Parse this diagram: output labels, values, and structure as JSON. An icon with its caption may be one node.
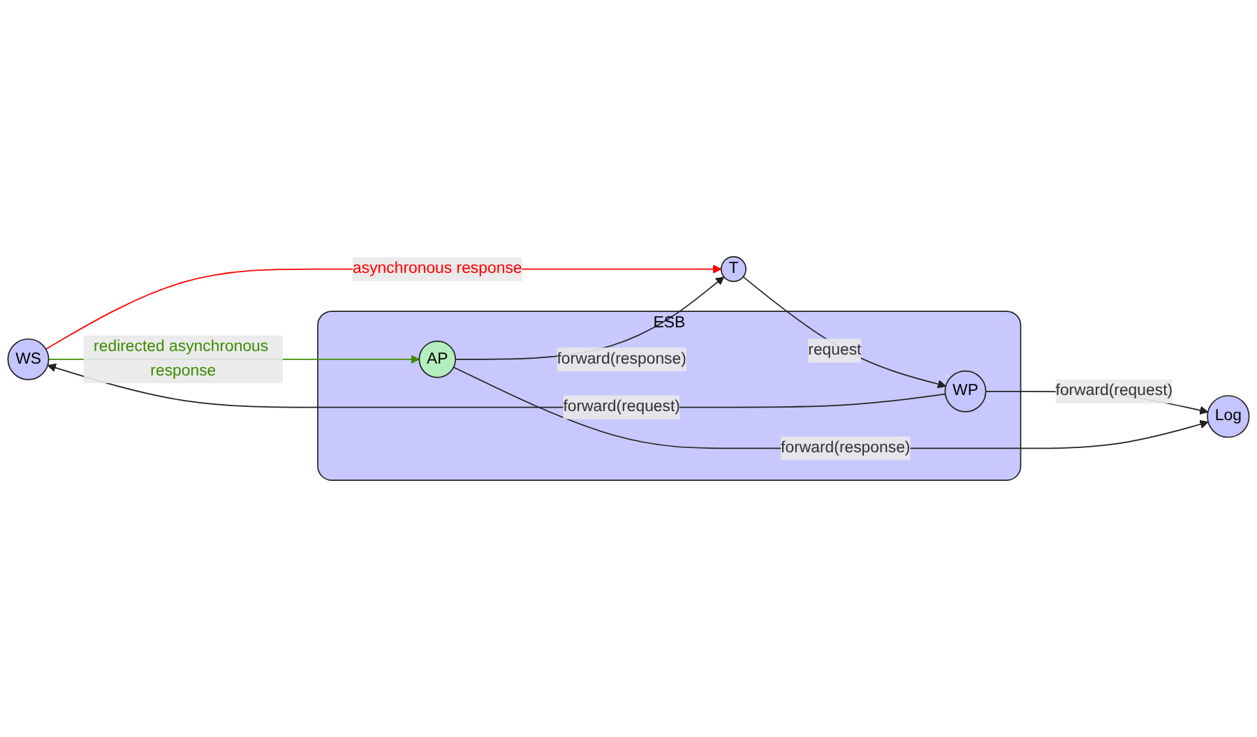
{
  "diagram": {
    "nodes": [
      {
        "text": [
          "WS"
        ]
      },
      {
        "text": [
          "ESB"
        ]
      },
      {
        "text": [
          "WP"
        ],
        "in": 1
      },
      {
        "text": [
          "AP"
        ],
        "in": 1
      },
      {
        "text": [
          "T"
        ]
      },
      {
        "text": [
          "Log"
        ]
      }
    ],
    "edges": [
      {
        "from": 0,
        "to": 4,
        "arrow": "to",
        "label": "asynchronous response",
        "color": "#ff0000"
      },
      {
        "from": 2,
        "to": 0,
        "arrow": "to",
        "label": "forward(request)"
      },
      {
        "from": 4,
        "to": 2,
        "arrow": "to",
        "label": "request"
      },
      {
        "from": 0,
        "to": 3,
        "arrow": "to",
        "label": "redirected asynchronous response",
        "color": "#3c8c00"
      },
      {
        "from": 2,
        "to": 5,
        "arrow": "to",
        "label": "forward(request)"
      },
      {
        "from": 3,
        "to": 5,
        "arrow": "to",
        "label": "forward(response)"
      },
      {
        "from": 3,
        "to": 4,
        "arrow": "to",
        "label": "forward(response)"
      }
    ]
  }
}
